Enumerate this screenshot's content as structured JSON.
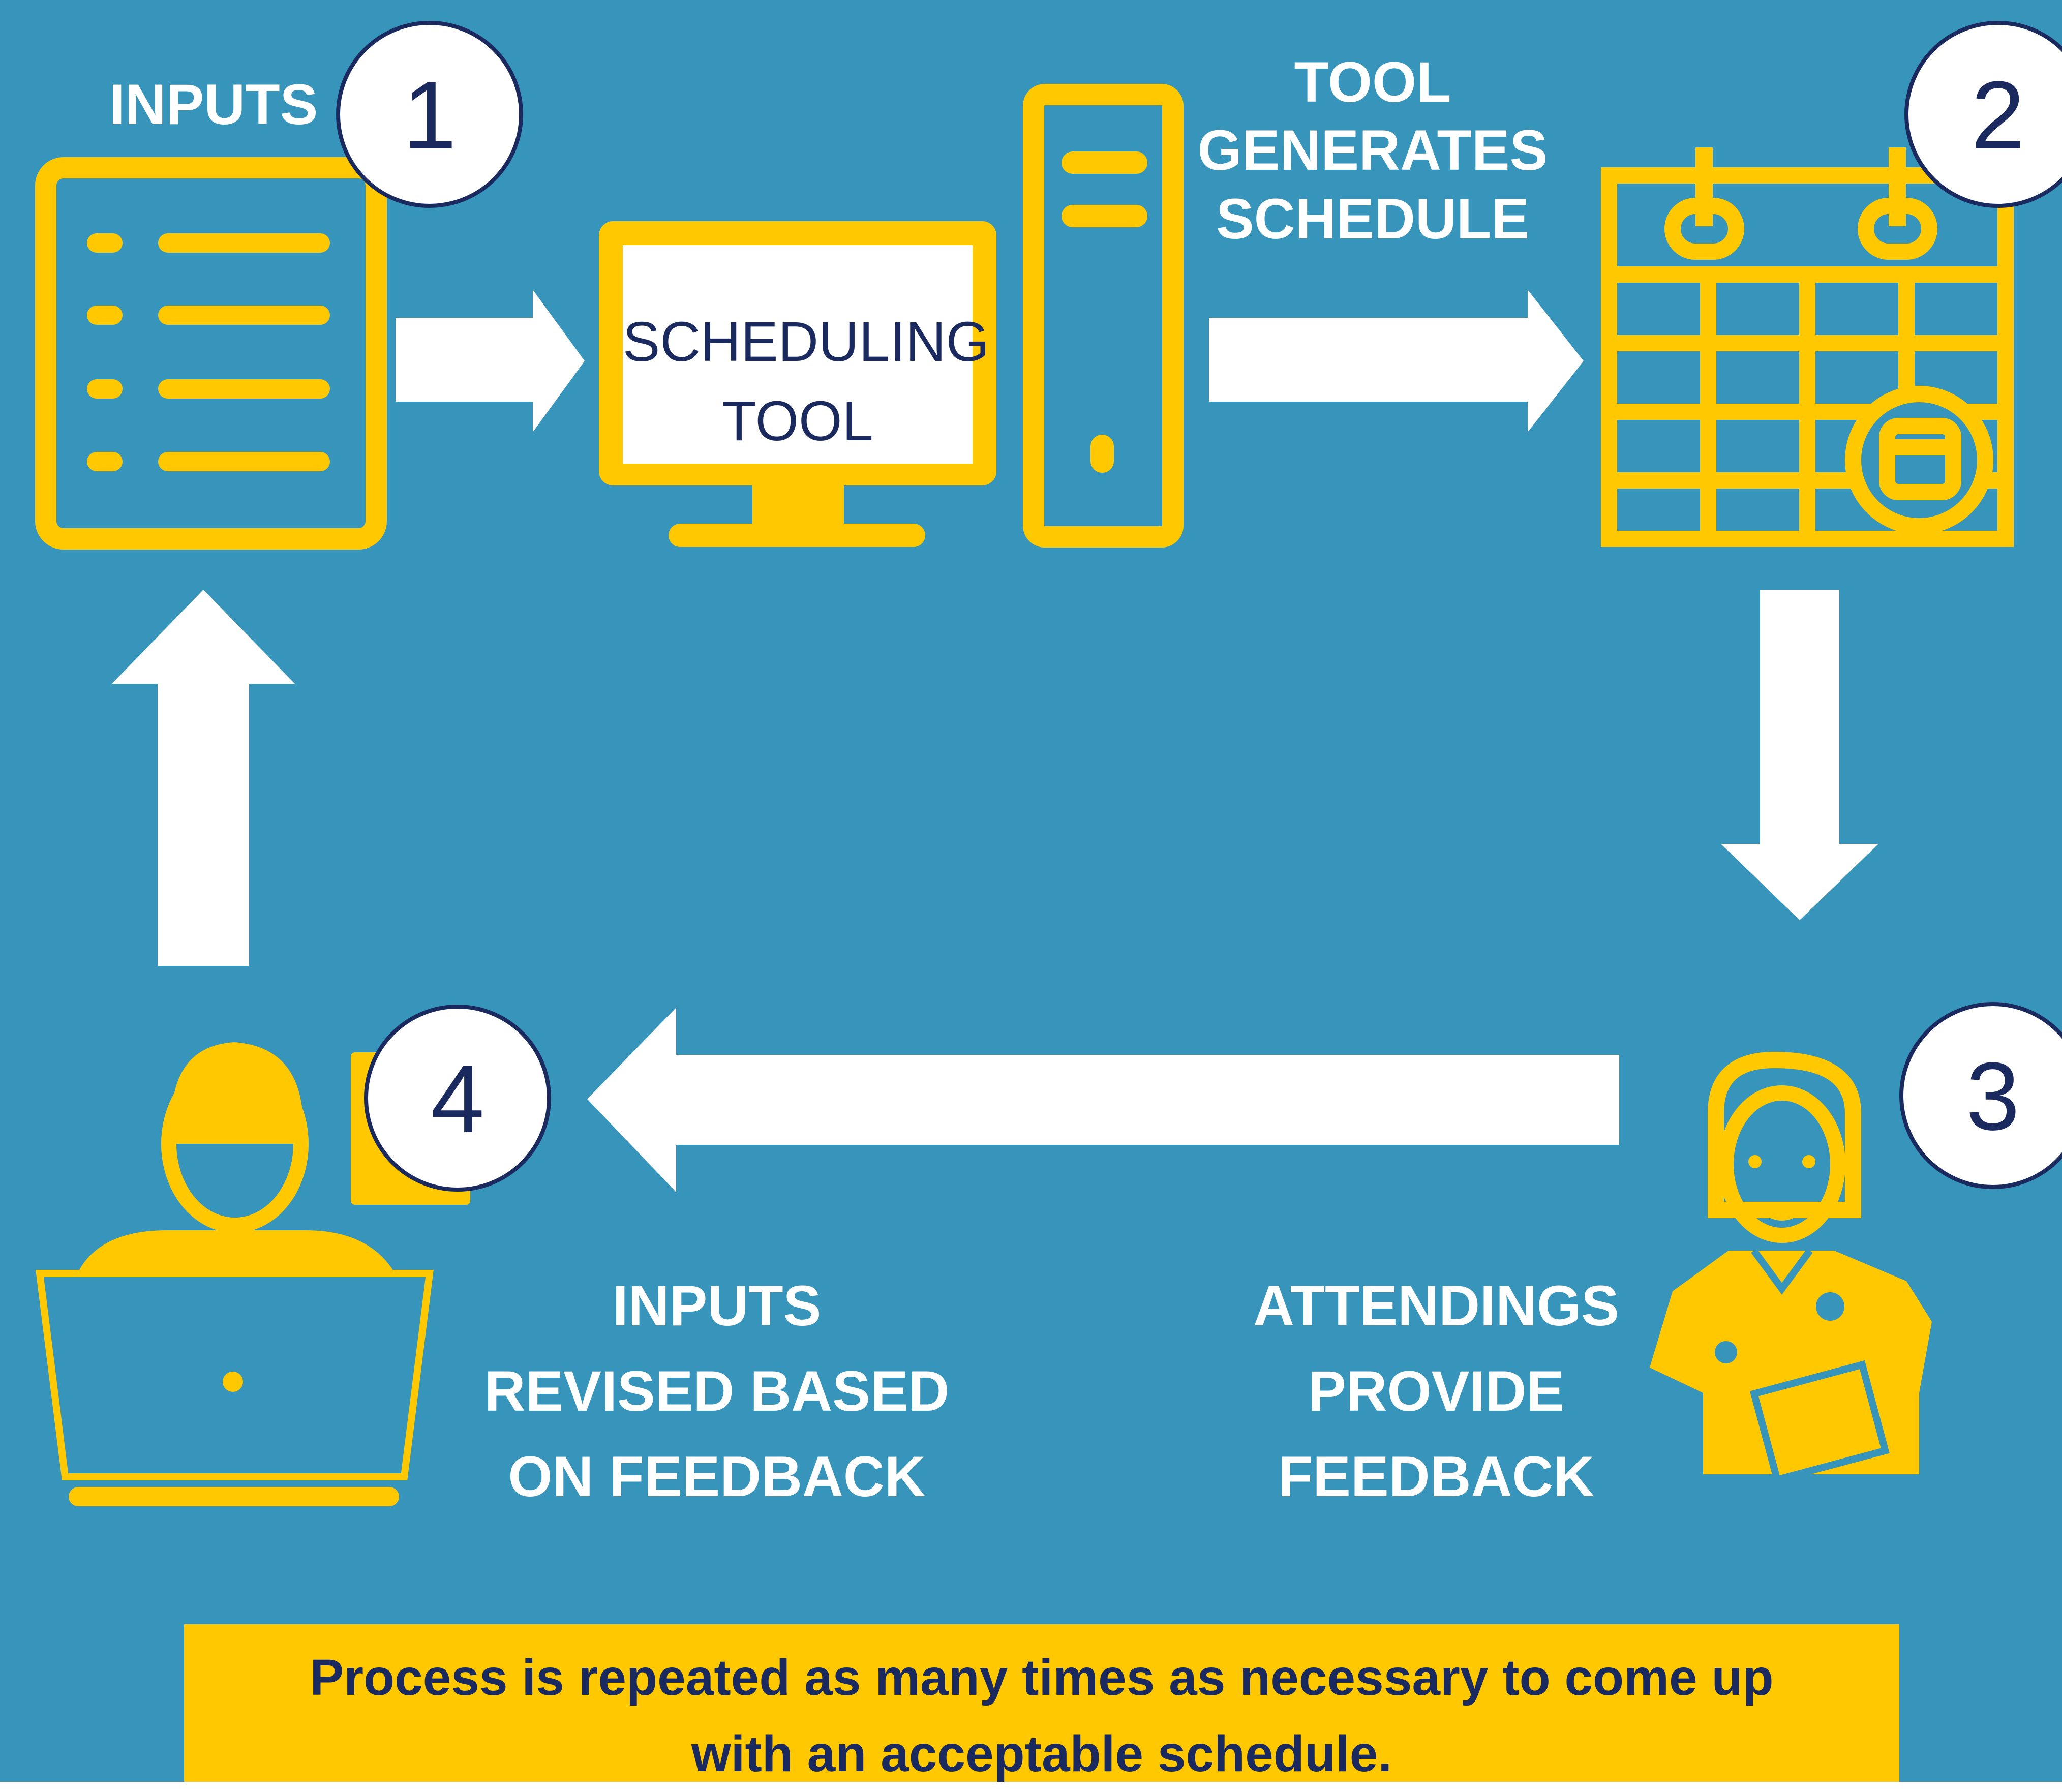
{
  "colors": {
    "background": "#3794bb",
    "icon": "#ffc800",
    "arrow": "#ffffff",
    "circle_fill": "#ffffff",
    "circle_number": "#1a2a5e",
    "footer_bg": "#ffc800",
    "footer_text": "#1a2a5e"
  },
  "steps": [
    {
      "number": "1",
      "icon": "document-list-icon"
    },
    {
      "number": "2",
      "icon": "calendar-icon"
    },
    {
      "number": "3",
      "icon": "nurse-icon"
    },
    {
      "number": "4",
      "icon": "person-laptop-icon"
    }
  ],
  "labels": {
    "inputs": "INPUTS",
    "screen": [
      "SCHEDULING",
      "TOOL"
    ],
    "tool_generates": [
      "TOOL",
      "GENERATES",
      "SCHEDULE"
    ],
    "attendings": [
      "ATTENDINGS",
      "PROVIDE",
      "FEEDBACK"
    ],
    "inputs_revised": [
      "INPUTS",
      "REVISED BASED",
      "ON FEEDBACK"
    ]
  },
  "footer": {
    "line1": "Process is repeated as many times as necessary to come up",
    "line2": "with an acceptable schedule."
  }
}
